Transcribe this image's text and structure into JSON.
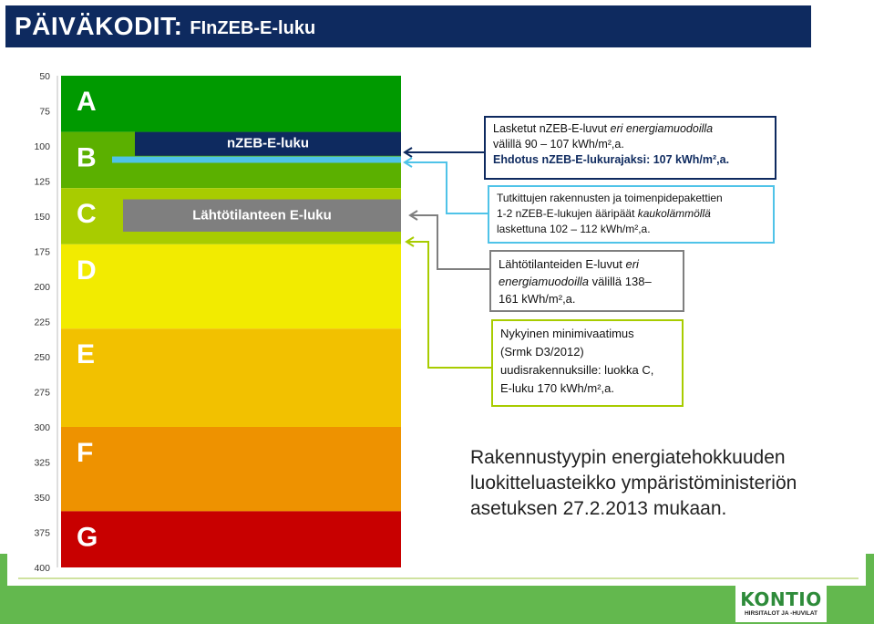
{
  "header": {
    "title": "PÄIVÄKODIT:",
    "subtitle": "FInZEB-E-luku"
  },
  "chart_data": {
    "type": "bar",
    "ylim": [
      50,
      400
    ],
    "y_ticks": [
      50,
      75,
      100,
      125,
      150,
      175,
      200,
      225,
      250,
      275,
      300,
      325,
      350,
      375,
      400
    ],
    "classes": [
      {
        "label": "A",
        "from": 50,
        "to": 90,
        "color": "#009a00"
      },
      {
        "label": "B",
        "from": 90,
        "to": 130,
        "color": "#5bb000"
      },
      {
        "label": "C",
        "from": 130,
        "to": 170,
        "color": "#a8cc00"
      },
      {
        "label": "D",
        "from": 170,
        "to": 230,
        "color": "#f2eb00"
      },
      {
        "label": "E",
        "from": 230,
        "to": 300,
        "color": "#f2c100"
      },
      {
        "label": "F",
        "from": 300,
        "to": 360,
        "color": "#ee9200"
      },
      {
        "label": "G",
        "from": 360,
        "to": 400,
        "color": "#c80000"
      }
    ],
    "ranges": [
      {
        "label": "nZEB-E-luku",
        "from": 90,
        "to": 107,
        "color": "#0e2a5f"
      },
      {
        "label": "",
        "from": 102,
        "to": 112,
        "color": "#4fc3e8"
      },
      {
        "label": "Lähtötilanteen E-luku",
        "from": 138,
        "to": 161,
        "color": "#7f7f7f"
      }
    ]
  },
  "callouts": {
    "nzeb": {
      "l1": "Lasketut nZEB-E-luvut ",
      "l1_em": "eri energiamuodoilla",
      "l2": "välillä 90 – 107 kWh/m²,a.",
      "l3": "Ehdotus nZEB-E-lukurajaksi: 107 kWh/m²,a.",
      "color": "#0e2a5f"
    },
    "studied": {
      "l1": "Tutkittujen rakennusten ja toimenpidepakettien",
      "l2": "1-2 nZEB-E-lukujen ääripäät ",
      "l2_em": "kaukolämmöllä",
      "l3": "laskettuna 102 – 112 kWh/m²,a.",
      "color": "#4fc3e8"
    },
    "baseline": {
      "l1": "Lähtötilanteiden E-luvut ",
      "l1_em": "eri",
      "l2_em": "energiamuodoilla",
      "l2": " välillä 138–",
      "l3": "161 kWh/m²,a.",
      "color": "#7f7f7f"
    },
    "minimum": {
      "l1": "Nykyinen minimivaatimus",
      "l2": "(Srmk D3/2012)",
      "l3": "uudisrakennuksille: luokka C,",
      "l4": "E-luku 170 kWh/m²,a.",
      "color": "#a8cc00"
    }
  },
  "caption": {
    "l1": "Rakennustyypin energiatehokkuuden",
    "l2": "luokitteluasteikko ympäristöministeriön",
    "l3": "asetuksen 27.2.2013 mukaan."
  },
  "logo": {
    "name": "KONTIO",
    "tagline": "HIRSITALOT JA -HUVILAT"
  }
}
